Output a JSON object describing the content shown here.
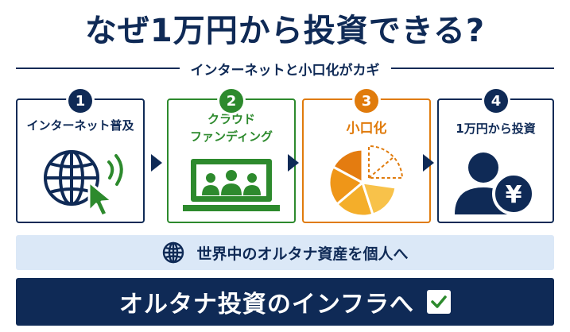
{
  "title": "なぜ1万円から投資できる?",
  "subtitle": "インターネットと小口化がカギ",
  "steps": [
    {
      "number": "1",
      "label_line1": "インターネット普及",
      "label_line2": ""
    },
    {
      "number": "2",
      "label_line1": "クラウド",
      "label_line2": "ファンディング"
    },
    {
      "number": "3",
      "label_line1": "小口化",
      "label_line2": ""
    },
    {
      "number": "4",
      "label_line1": "1万円から投資",
      "label_line2": ""
    }
  ],
  "banner_primary": "世界中のオルタナ資産を個人へ",
  "banner_secondary": "オルタナ投資のインフラへ",
  "icons": {
    "step1": "globe-cursor-icon",
    "step2": "laptop-people-icon",
    "step3": "pie-chart-icon",
    "step4": "person-yen-icon",
    "banner_primary": "globe-icon",
    "banner_secondary": "checkbox-icon"
  },
  "colors": {
    "navy": "#0f2a56",
    "green": "#2d8a2d",
    "orange": "#e07b0c",
    "light_blue": "#dbe8f7"
  },
  "currency_symbol": "¥"
}
